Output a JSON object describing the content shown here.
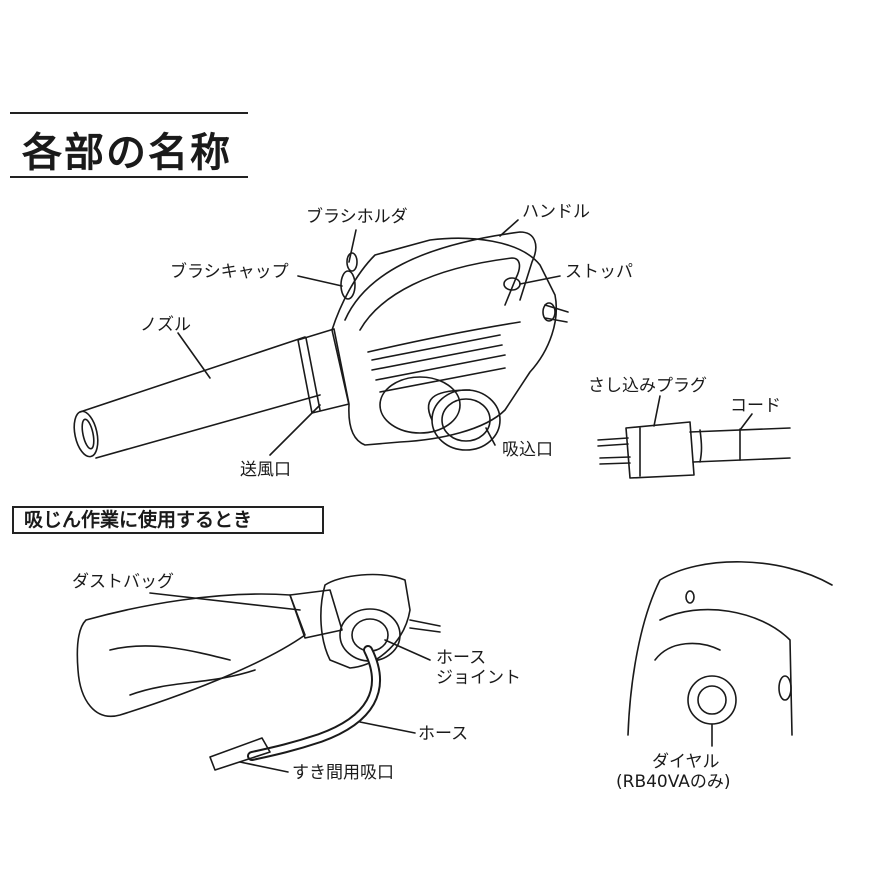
{
  "heading": {
    "title": "各部の名称"
  },
  "subheading": {
    "text": "吸じん作業に使用するとき"
  },
  "labels": {
    "brush_holder": "ブラシホルダ",
    "handle": "ハンドル",
    "brush_cap": "ブラシキャップ",
    "stopper": "ストッパ",
    "nozzle": "ノズル",
    "plug": "さし込みプラグ",
    "cord": "コード",
    "suction_port": "吸込口",
    "air_outlet": "送風口",
    "dust_bag": "ダストバッグ",
    "hose_joint_line1": "ホース",
    "hose_joint_line2": "ジョイント",
    "hose": "ホース",
    "crevice_nozzle": "すき間用吸口",
    "dial": "ダイヤル",
    "dial_note": "(RB40VAのみ)"
  }
}
